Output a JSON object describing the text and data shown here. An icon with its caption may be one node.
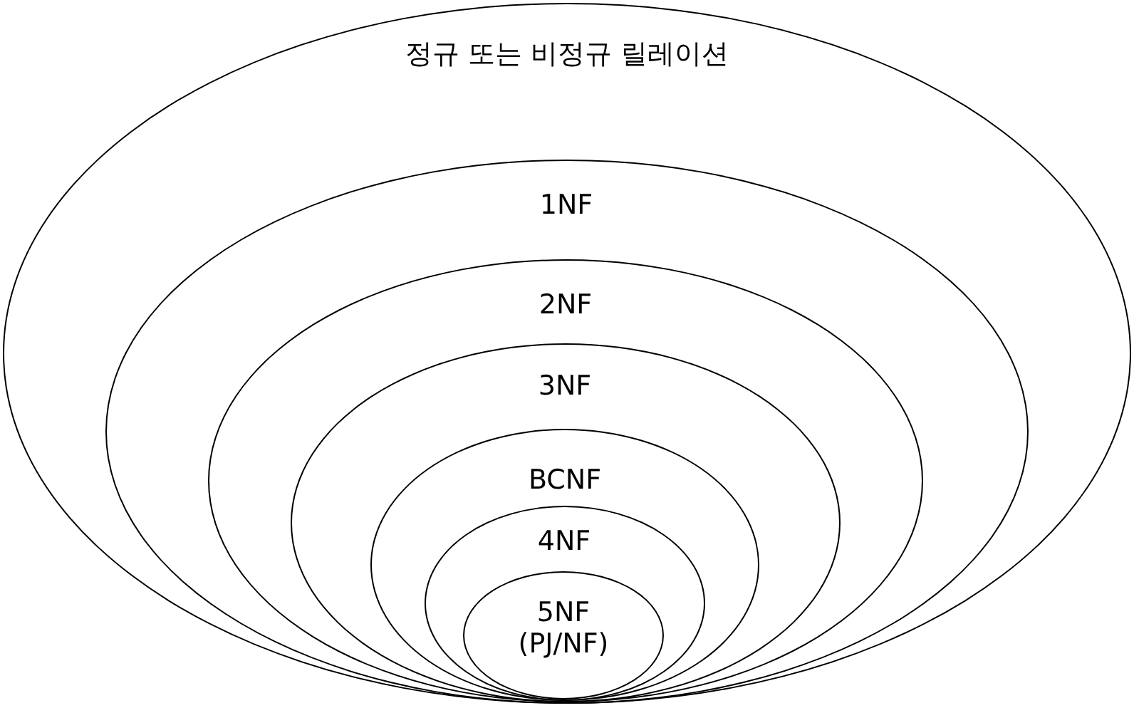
{
  "diagram": {
    "nodes": [
      {
        "text": [
          "정규 또는 비정규 릴레이션"
        ]
      },
      {
        "text": [
          "1NF"
        ],
        "in": 0
      },
      {
        "text": [
          "2NF"
        ],
        "in": 1
      },
      {
        "text": [
          "3NF"
        ],
        "in": 2
      },
      {
        "text": [
          "BCNF"
        ],
        "in": 3
      },
      {
        "text": [
          "4NF"
        ],
        "in": 4
      },
      {
        "text": [
          "5NF (PJ/NF)"
        ],
        "in": 5
      }
    ]
  }
}
